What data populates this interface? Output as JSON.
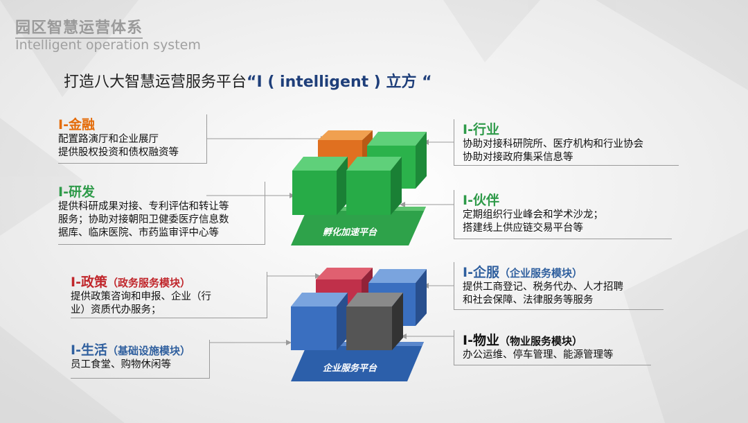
{
  "header": {
    "title": "园区智慧运营体系",
    "subtitle": "Intelligent operation system"
  },
  "headline": {
    "prefix": "打造八大智慧运营服务平台",
    "highlight": "“I ( intelligent ) 立方 “"
  },
  "platforms": {
    "top_label": "孵化加速平台",
    "bottom_label": "企业服务平台"
  },
  "blocks": {
    "finance": {
      "title": "I-金融",
      "lines": [
        "配置路演厅和企业展厅",
        "提供股权投资和债权融资等"
      ]
    },
    "research": {
      "title": "I-研发",
      "lines": [
        "提供科研成果对接、专利评估和转让等",
        "服务；协助对接朝阳卫健委医疗信息数",
        "据库、临床医院、市药监审评中心等"
      ]
    },
    "industry": {
      "title": "I-行业",
      "lines": [
        "协助对接科研院所、医疗机构和行业协会",
        "协助对接政府集采信息等"
      ]
    },
    "partner": {
      "title": "I-伙伴",
      "lines": [
        "定期组织行业峰会和学术沙龙；",
        "搭建线上供应链交易平台等"
      ]
    },
    "policy": {
      "title": "I-政策",
      "sub": "（政务服务模块）",
      "lines": [
        "提供政策咨询和申报、企业（行",
        "业）资质代办服务；"
      ]
    },
    "life": {
      "title": "I-生活",
      "sub": "（基础设施模块）",
      "lines": [
        "员工食堂、购物休闲等"
      ]
    },
    "enterprise": {
      "title": "I-企服",
      "sub": "（企业服务模块）",
      "lines": [
        "提供工商登记、税务代办、人才招聘",
        "和社会保障、法律服务等服务"
      ]
    },
    "property": {
      "title": "I-物业",
      "sub": "（物业服务模块）",
      "lines": [
        "办公运维、停车管理、能源管理等"
      ]
    }
  },
  "colors": {
    "orange": "#e46c0a",
    "green": "#2e9a49",
    "red": "#c0262b",
    "blue": "#2f5f9e"
  }
}
